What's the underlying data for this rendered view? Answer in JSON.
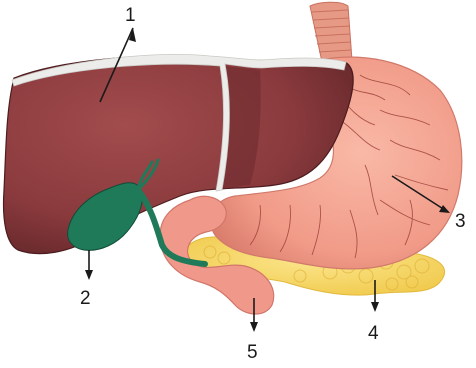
{
  "labels": {
    "liver": "1",
    "gallbladder": "2",
    "stomach": "3",
    "pancreas": "4",
    "duodenum": "5"
  },
  "colors": {
    "liver": "#8a3e40",
    "liver_dark": "#5e2427",
    "liver_ligament": "#e9e9e6",
    "gallbladder": "#1f7a5a",
    "stomach": "#f3a08f",
    "stomach_vessel": "#a0433b",
    "pancreas": "#f6d865",
    "esophagus": "#e79f8b"
  }
}
